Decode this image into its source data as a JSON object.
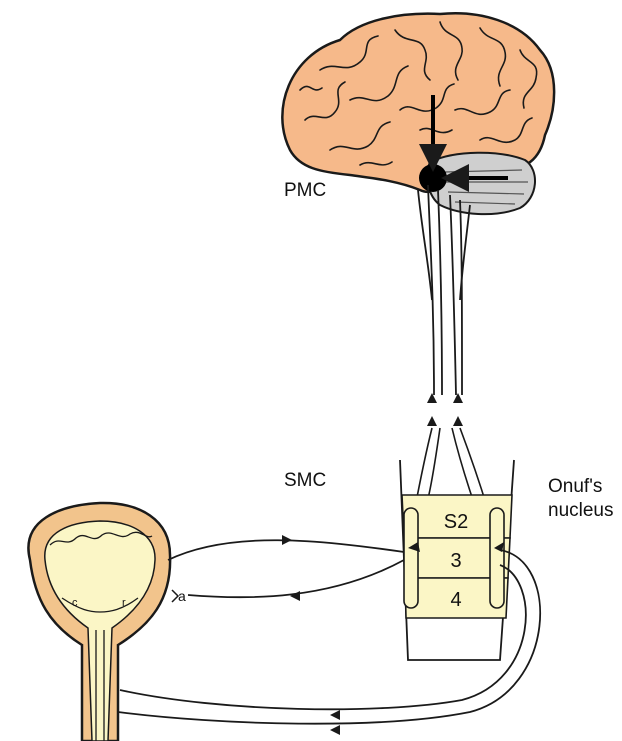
{
  "labels": {
    "pmc": "PMC",
    "smc": "SMC",
    "onuf_line1": "Onuf's",
    "onuf_line2": "nucleus",
    "segment_s2": "S2",
    "segment_3": "3",
    "segment_4": "4",
    "bladder_c": "c",
    "bladder_r": "r",
    "bladder_a": "a"
  },
  "colors": {
    "brain": "#f6b98a",
    "brain_outline": "#1a1a1a",
    "cerebellum": "#cfcfcf",
    "spinal_segments": "#fbf6c6",
    "bladder_wall": "#f2c48c",
    "bladder_lumen": "#fbf6c6",
    "line": "#1a1a1a"
  }
}
